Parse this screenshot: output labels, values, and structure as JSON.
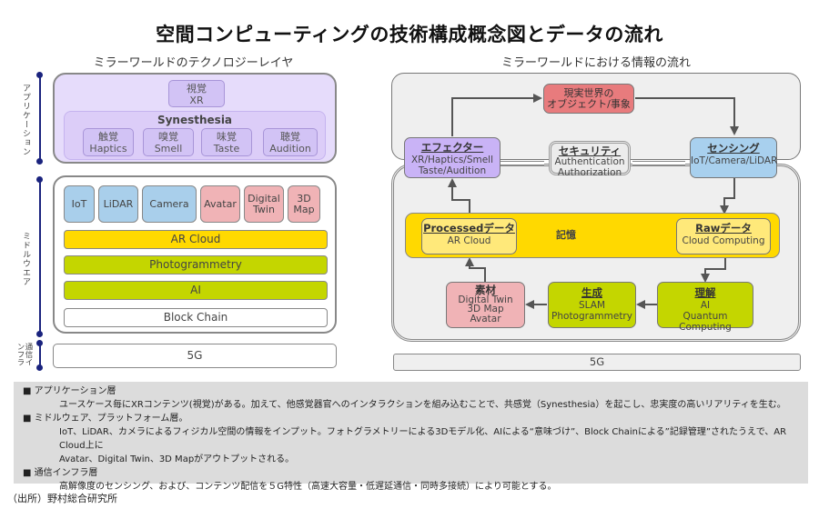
{
  "title": "空間コンピューティングの技術構成概念図とデータの流れ",
  "left": {
    "heading": "ミラーワールドのテクノロジーレイヤ",
    "axis_labels": {
      "application": "アプリケーション",
      "middleware": "ミドルウエア",
      "infra": "通信インフラ"
    },
    "application": {
      "vision": {
        "jp": "視覚",
        "en": "XR"
      },
      "synesthesia_title": "Synesthesia",
      "senses": [
        {
          "jp": "触覚",
          "en": "Haptics"
        },
        {
          "jp": "嗅覚",
          "en": "Smell"
        },
        {
          "jp": "味覚",
          "en": "Taste"
        },
        {
          "jp": "聴覚",
          "en": "Audition"
        }
      ]
    },
    "middleware": {
      "tiles": [
        {
          "label": "IoT",
          "color": "#a9cfeb"
        },
        {
          "label": "LiDAR",
          "color": "#a9cfeb"
        },
        {
          "label": "Camera",
          "color": "#a9cfeb"
        },
        {
          "label": "Avatar",
          "color": "#f0b3b6"
        },
        {
          "label": "Digital Twin",
          "color": "#f0b3b6"
        },
        {
          "label": "3D Map",
          "color": "#f0b3b6"
        }
      ],
      "bars": [
        {
          "label": "AR Cloud",
          "color": "#ffd900"
        },
        {
          "label": "Photogrammetry",
          "color": "#c4d600"
        },
        {
          "label": "AI",
          "color": "#c4d600"
        },
        {
          "label": "Block Chain",
          "color": "#ffffff"
        }
      ]
    },
    "infra": "5G"
  },
  "right": {
    "heading": "ミラーワールドにおける情報の流れ",
    "real_world": {
      "line1": "現実世界の",
      "line2": "オブジェクト/事象"
    },
    "effector": {
      "title": "エフェクター",
      "line1": "XR/Haptics/Smell",
      "line2": "Taste/Audition"
    },
    "security": {
      "title": "セキュリティ",
      "line1": "Authentication",
      "line2": "Authorization"
    },
    "sensing": {
      "title": "センシング",
      "line1": "IoT/Camera/LiDAR"
    },
    "memory_label": "記憶",
    "processed": {
      "title": "Processedデータ",
      "line1": "AR Cloud"
    },
    "raw": {
      "title": "Rawデータ",
      "line1": "Cloud Computing"
    },
    "material": {
      "title": "素材",
      "lines": [
        "Digital Twin",
        "3D Map",
        "Avatar"
      ]
    },
    "generation": {
      "title": "生成",
      "lines": [
        "SLAM",
        "Photogrammetry"
      ]
    },
    "understanding": {
      "title": "理解",
      "lines": [
        "AI",
        "Quantum Computing"
      ]
    },
    "infra": "5G"
  },
  "notes": [
    {
      "head": "アプリケーション層",
      "body": [
        "ユースケース毎にXRコンテンツ(視覚)がある。加えて、他感覚器官へのインタラクションを組み込むことで、共感覚（Synesthesia）を起こし、忠実度の高いリアリティを生む。"
      ]
    },
    {
      "head": "ミドルウェア、プラットフォーム層。",
      "body": [
        "IoT、LiDAR、カメラによるフィジカル空間の情報をインプット。フォトグラメトリーによる3Dモデル化、AIによる“意味づけ”、Block Chainによる”記録管理”されたうえで、AR Cloud上に",
        "Avatar、Digital Twin、3D Mapがアウトプットされる。"
      ]
    },
    {
      "head": "通信インフラ層",
      "body": [
        "高解像度のセンシング、および、コンテンツ配信を５G特性（高速大容量・低遅延通信・同時多接続）により可能とする。"
      ]
    }
  ],
  "source": "（出所）野村総合研究所"
}
